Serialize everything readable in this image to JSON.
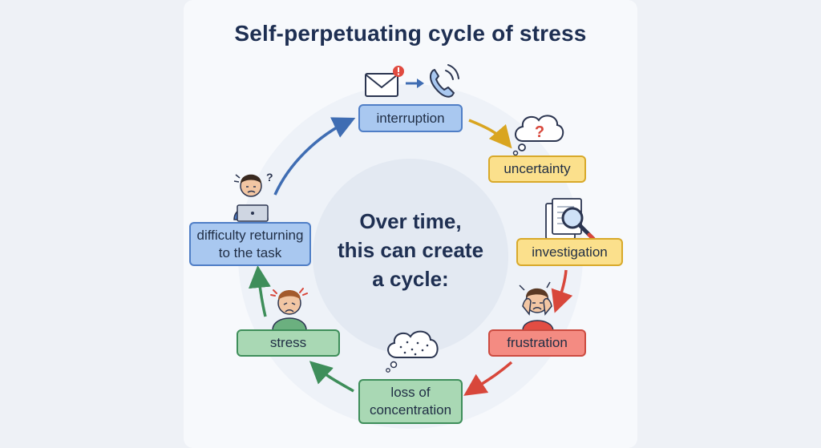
{
  "title": "Self-perpetuating cycle of stress",
  "center": {
    "line1": "Over time,",
    "line2": "this can create",
    "line3": "a cycle:"
  },
  "nodes": {
    "interruption": "interruption",
    "uncertainty": "uncertainty",
    "investigation": "investigation",
    "frustration": "frustration",
    "loss_line1": "loss of",
    "loss_line2": "concentration",
    "stress": "stress",
    "difficulty_line1": "difficulty returning",
    "difficulty_line2": "to the task"
  },
  "icons": {
    "interruption": [
      "envelope-icon",
      "alert-badge-icon",
      "arrow-right-icon",
      "phone-ringing-icon"
    ],
    "uncertainty": "thought-bubble-question-icon",
    "investigation": "document-magnifier-icon",
    "frustration": "frustrated-person-icon",
    "loss_of_concentration": "scattered-thought-cloud-icon",
    "stress": "stressed-person-icon",
    "difficulty_returning": "confused-person-laptop-icon"
  },
  "colors": {
    "blue": "#a9c8f0",
    "yellow": "#fbe08c",
    "red": "#f48b82",
    "green": "#a9d8b4",
    "title": "#1e2f52"
  }
}
